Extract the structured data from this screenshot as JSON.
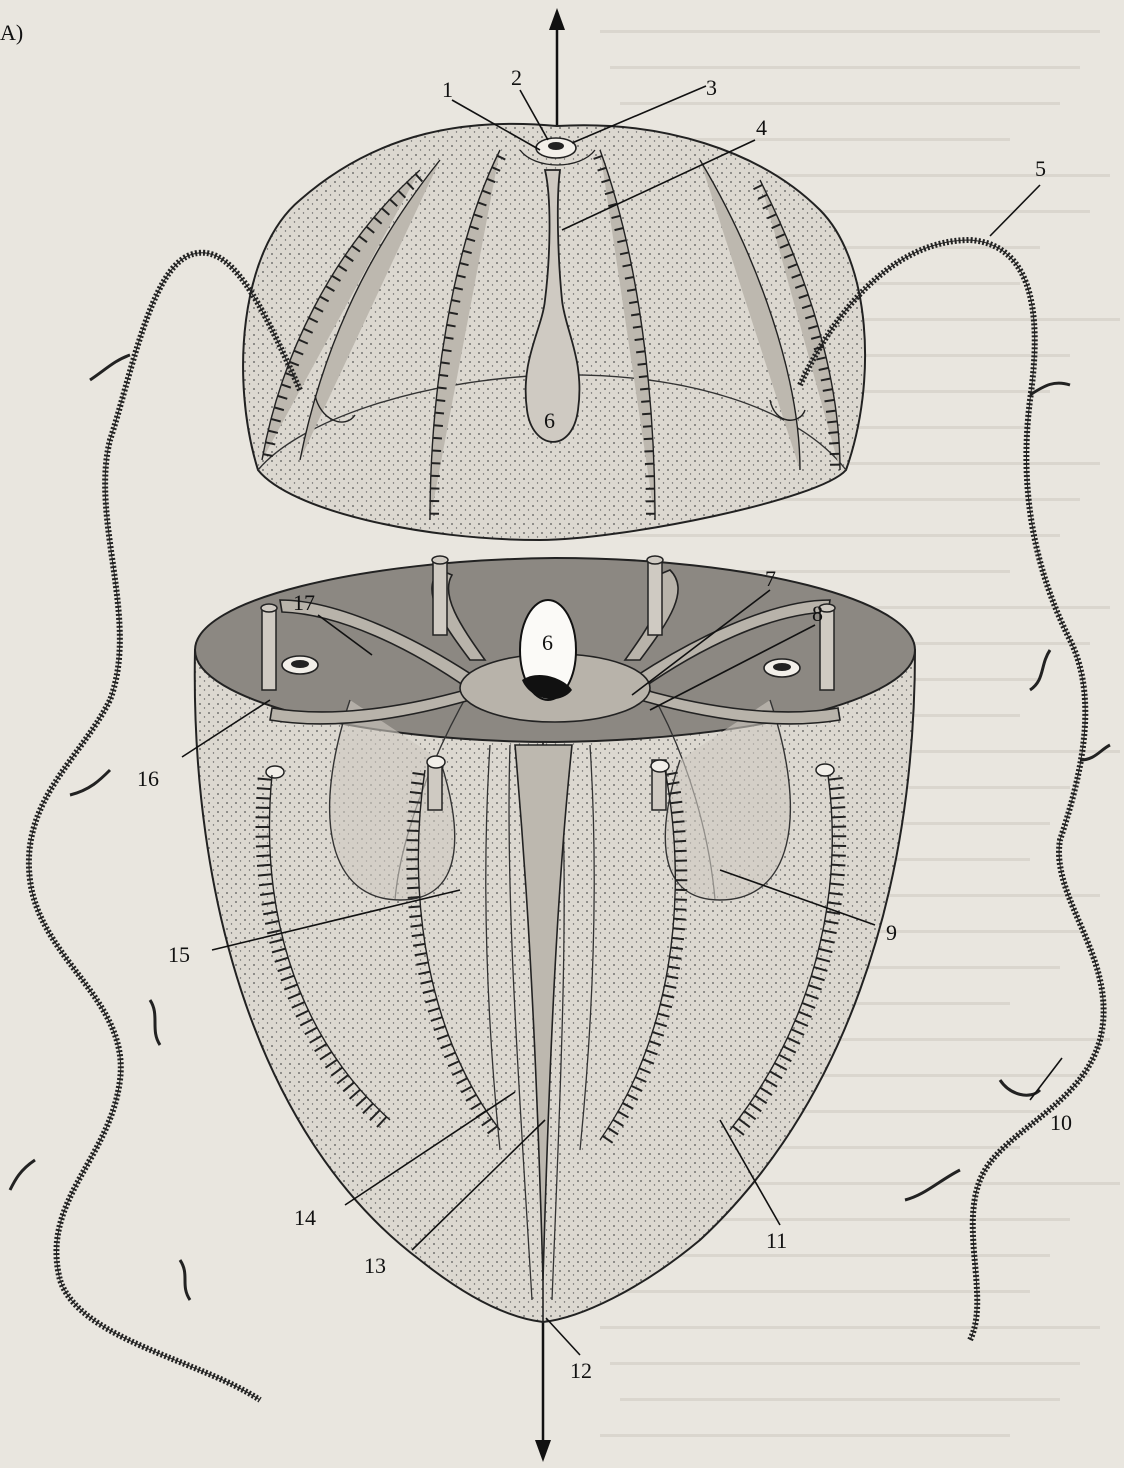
{
  "panel_label": "A)",
  "labels": [
    {
      "id": "1",
      "text": "1"
    },
    {
      "id": "2",
      "text": "2"
    },
    {
      "id": "3",
      "text": "3"
    },
    {
      "id": "4",
      "text": "4"
    },
    {
      "id": "5",
      "text": "5"
    },
    {
      "id": "6a",
      "text": "6"
    },
    {
      "id": "6b",
      "text": "6"
    },
    {
      "id": "7",
      "text": "7"
    },
    {
      "id": "8",
      "text": "8"
    },
    {
      "id": "9",
      "text": "9"
    },
    {
      "id": "10",
      "text": "10"
    },
    {
      "id": "11",
      "text": "11"
    },
    {
      "id": "12",
      "text": "12"
    },
    {
      "id": "13",
      "text": "13"
    },
    {
      "id": "14",
      "text": "14"
    },
    {
      "id": "15",
      "text": "15"
    },
    {
      "id": "16",
      "text": "16"
    },
    {
      "id": "17",
      "text": "17"
    }
  ],
  "colors": {
    "ink": "#111111",
    "paper": "#e9e6df",
    "body_fill": "#d6d2ca",
    "cut_face": "#8c8882"
  }
}
